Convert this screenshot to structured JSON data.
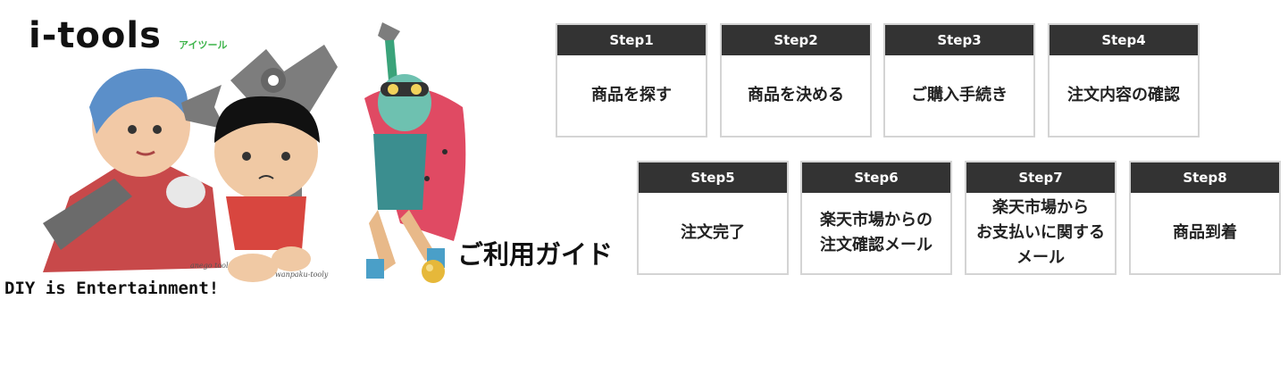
{
  "brand": {
    "logo_text": "i-tools",
    "logo_kana": "アイツール",
    "tagline": "DIY is Entertainment!",
    "artist_left": "anego tooly",
    "artist_center": "wanpaku-tooly",
    "green": "#3db44a"
  },
  "guide": {
    "title": "ご利用ガイド"
  },
  "steps": [
    {
      "label": "Step1",
      "text": "商品を探す"
    },
    {
      "label": "Step2",
      "text": "商品を決める"
    },
    {
      "label": "Step3",
      "text": "ご購入手続き"
    },
    {
      "label": "Step4",
      "text": "注文内容の確認"
    },
    {
      "label": "Step5",
      "text": "注文完了"
    },
    {
      "label": "Step6",
      "text": "楽天市場からの\n注文確認メール"
    },
    {
      "label": "Step7",
      "text": "楽天市場から\nお支払いに関する\nメール"
    },
    {
      "label": "Step8",
      "text": "商品到着"
    }
  ],
  "colors": {
    "step_header_bg": "#333333",
    "step_border": "#d4d4d4",
    "hair_blue": "#5b8fc9",
    "jacket_red": "#c8494a"
  }
}
